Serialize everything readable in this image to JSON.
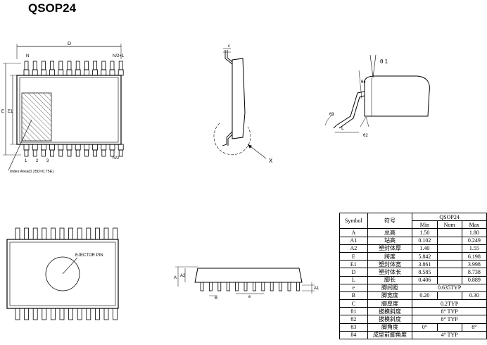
{
  "page_title": "QSOP24",
  "top_view": {
    "label_D": "D",
    "label_N": "N",
    "label_N2_plus1": "N/2+1",
    "label_N2": "N/2",
    "label_E": "E",
    "label_E1": "E1",
    "pin_numbers": [
      "1",
      "2",
      "3"
    ],
    "index_area_label": "Index Area(0.25D×0.75E)"
  },
  "side_view_profile": {
    "label_c": "c",
    "label_x": "X"
  },
  "detail_view": {
    "label_theta1": "θ 1",
    "label_theta4": "θ4",
    "label_theta3": "θ3",
    "label_theta2": "θ2",
    "label_L": "L"
  },
  "bottom_view": {
    "ejector_pin_label": "EJECTOR PIN"
  },
  "front_view": {
    "label_A": "A",
    "label_A2": "A2",
    "label_A1": "A1",
    "label_B": "B",
    "label_e": "e"
  },
  "dimension_table": {
    "package": "QSOP24",
    "headers": {
      "symbol": "Symbol",
      "name": "符号",
      "min": "Min",
      "nom": "Nom",
      "max": "Max"
    },
    "rows": [
      {
        "symbol": "A",
        "name": "总高",
        "min": "1.50",
        "max": "1.80"
      },
      {
        "symbol": "A1",
        "name": "站高",
        "min": "0.102",
        "max": "0.249"
      },
      {
        "symbol": "A2",
        "name": "塑封体厚",
        "min": "1.40",
        "max": "1.55"
      },
      {
        "symbol": "E",
        "name": "跨度",
        "min": "5.842",
        "max": "6.198"
      },
      {
        "symbol": "E1",
        "name": "塑封体宽",
        "min": "3.861",
        "max": "3.998"
      },
      {
        "symbol": "D",
        "name": "塑封体长",
        "min": "8.585",
        "max": "8.738"
      },
      {
        "symbol": "L",
        "name": "脚长",
        "min": "0.406",
        "max": "0.889"
      },
      {
        "symbol": "e",
        "name": "脚间距",
        "span": "0.635TYP"
      },
      {
        "symbol": "B",
        "name": "脚宽度",
        "min": "0.20",
        "max": "0.30"
      },
      {
        "symbol": "C",
        "name": "脚厚度",
        "span": "0.2TYP"
      },
      {
        "symbol": "θ1",
        "name": "拔模斜度",
        "span": "8° TYP"
      },
      {
        "symbol": "θ2",
        "name": "拔模斜度",
        "span": "8° TYP"
      },
      {
        "symbol": "θ3",
        "name": "脚角度",
        "min": "0°",
        "max": "8°"
      },
      {
        "symbol": "θ4",
        "name": "成型前脚角度",
        "span": "4° TYP"
      }
    ]
  }
}
